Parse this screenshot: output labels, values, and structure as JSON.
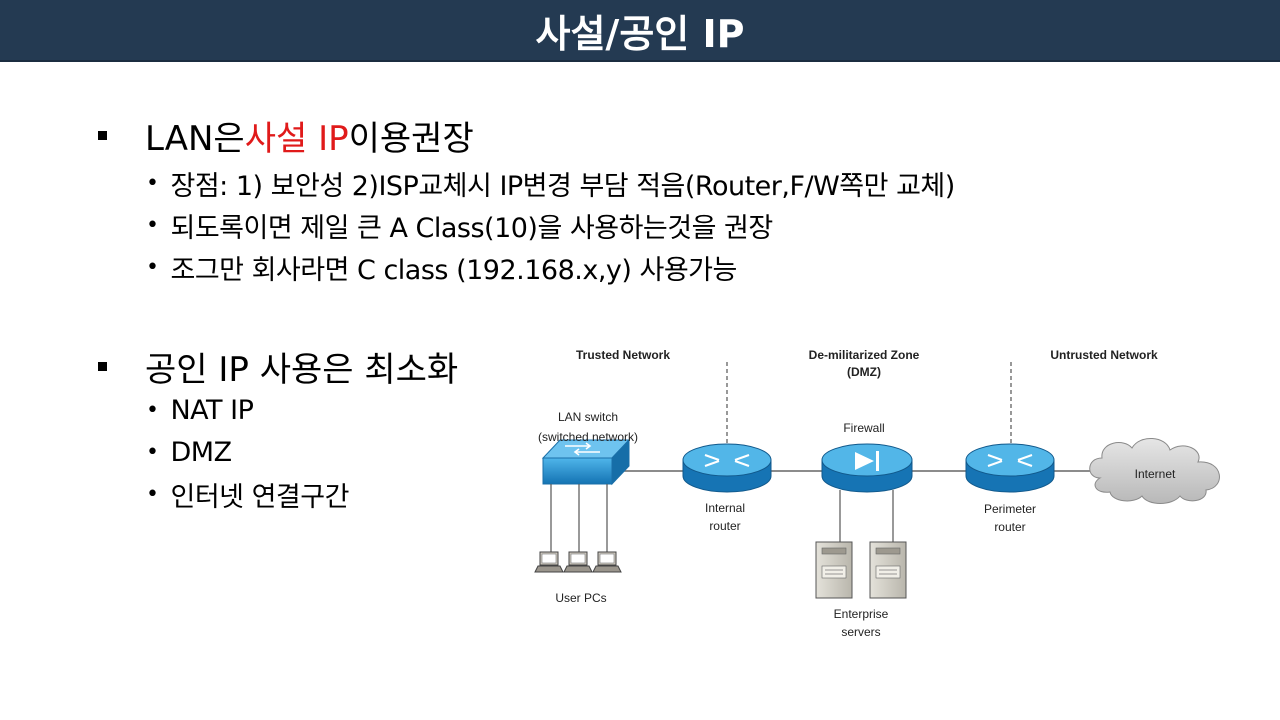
{
  "title": "사설/공인 IP",
  "bullets": [
    {
      "pre": "LAN은 ",
      "highlight": "사설 IP",
      "post": " 이용권장",
      "subs": [
        "장점: 1) 보안성  2)ISP교체시 IP변경 부담 적음(Router,F/W쪽만 교체)",
        "되도록이면 제일 큰 A Class(10)을 사용하는것을 권장",
        "조그만 회사라면 C class (192.168.x,y) 사용가능"
      ]
    },
    {
      "text": "공인 IP 사용은 최소화",
      "subs": [
        "NAT IP",
        "DMZ",
        "인터넷 연결구간"
      ]
    }
  ],
  "diagram": {
    "zone_trusted": "Trusted Network",
    "zone_dmz_1": "De-militarized Zone",
    "zone_dmz_2": "(DMZ)",
    "zone_untrusted": "Untrusted Network",
    "lan_switch_1": "LAN switch",
    "lan_switch_2": "(switched network)",
    "firewall": "Firewall",
    "internal_router_1": "Internal",
    "internal_router_2": "router",
    "perimeter_router_1": "Perimeter",
    "perimeter_router_2": "router",
    "internet": "Internet",
    "user_pcs": "User PCs",
    "servers_1": "Enterprise",
    "servers_2": "servers"
  },
  "colors": {
    "title_bg": "#243a52",
    "highlight": "#e01a1a",
    "device_blue": "#1f8fd0"
  }
}
